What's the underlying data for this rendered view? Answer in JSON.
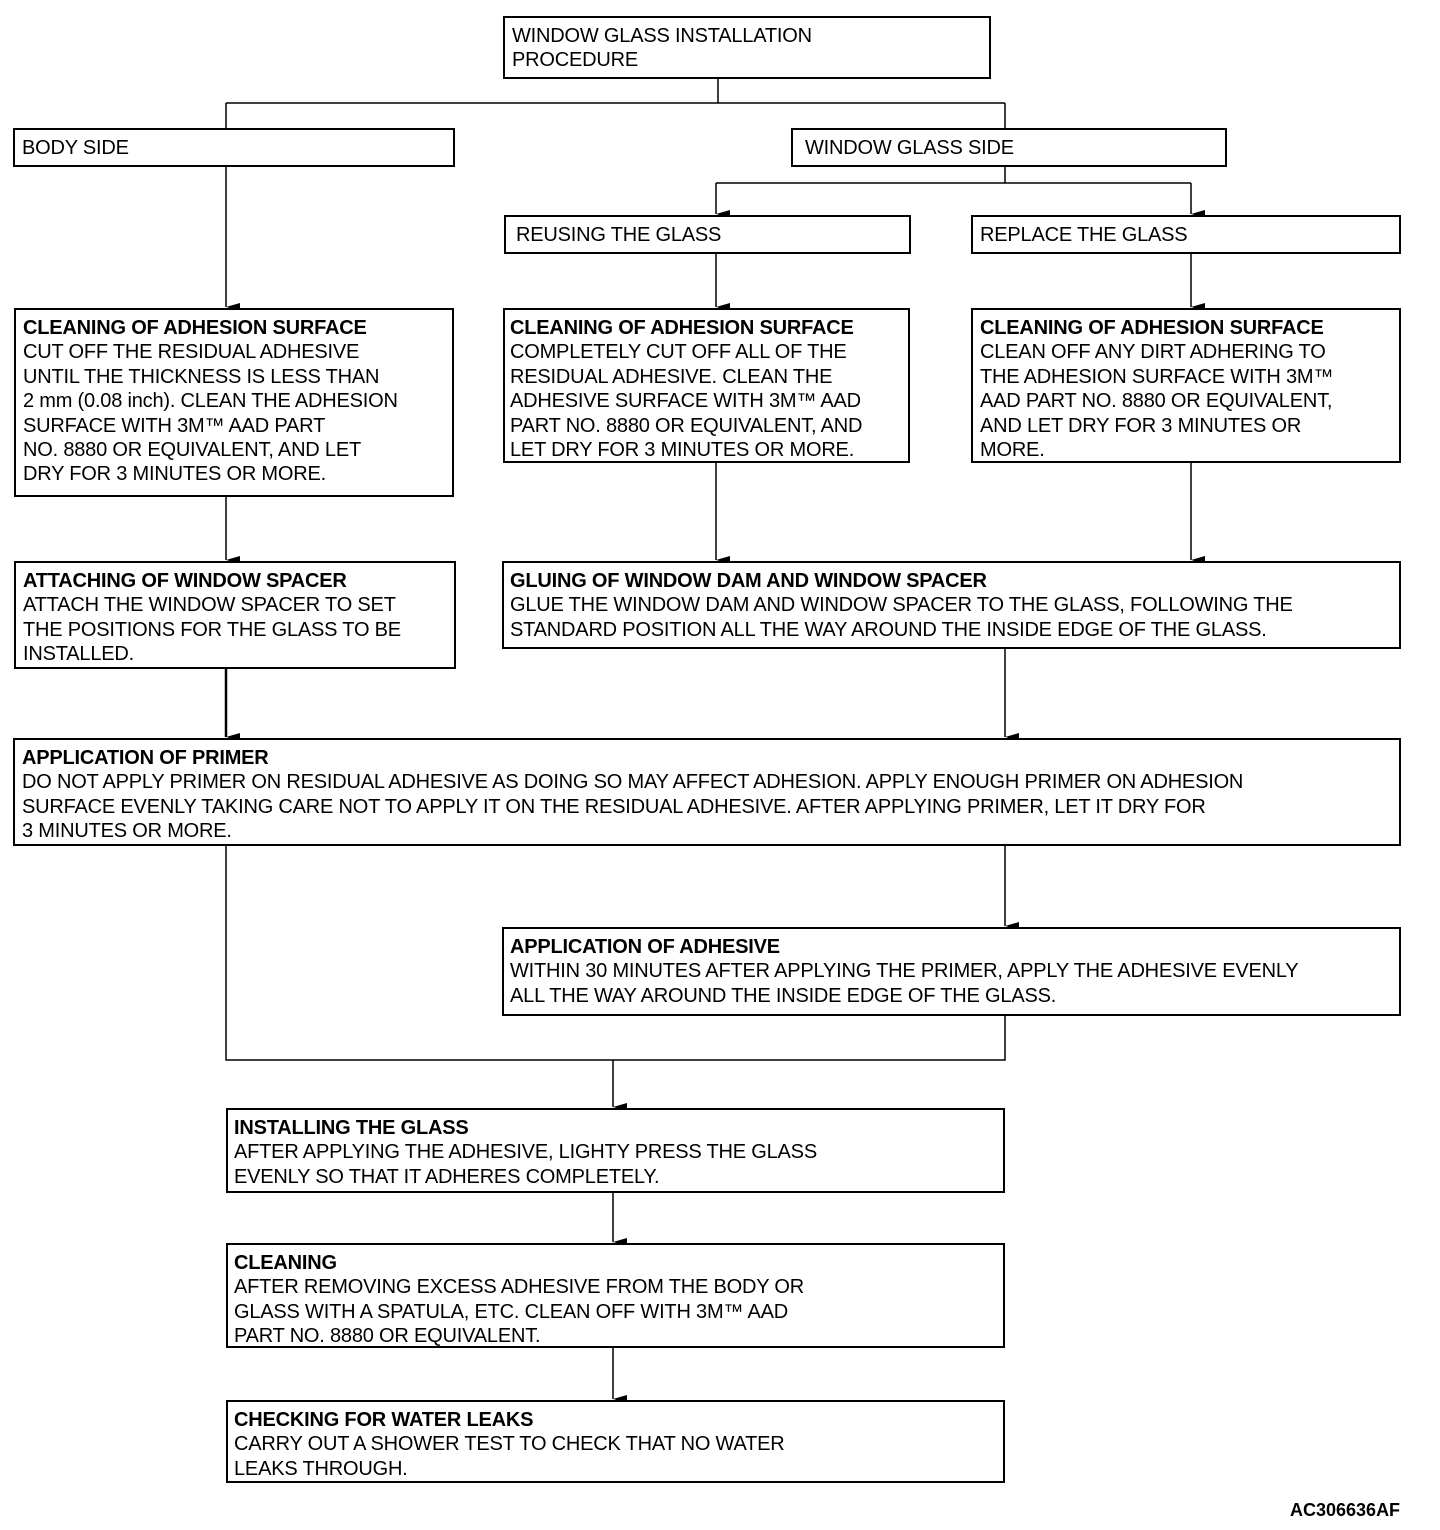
{
  "title": "WINDOW GLASS INSTALLATION\nPROCEDURE",
  "body_side": "BODY SIDE",
  "window_glass_side": "WINDOW GLASS SIDE",
  "reusing": "REUSING THE GLASS",
  "replace": "REPLACE  THE GLASS",
  "clean_body": {
    "heading": "CLEANING OF ADHESION SURFACE",
    "text": "CUT OFF THE RESIDUAL ADHESIVE\nUNTIL THE THICKNESS IS LESS THAN\n2 mm (0.08 inch). CLEAN THE ADHESION\nSURFACE WITH 3M™ AAD PART\nNO. 8880 OR EQUIVALENT, AND LET\nDRY FOR 3 MINUTES OR MORE."
  },
  "clean_reuse": {
    "heading": "CLEANING OF ADHESION SURFACE",
    "text": "COMPLETELY CUT OFF ALL OF THE\nRESIDUAL ADHESIVE. CLEAN THE\nADHESIVE SURFACE WITH 3M™ AAD\nPART NO. 8880 OR EQUIVALENT, AND\nLET DRY FOR 3 MINUTES OR MORE."
  },
  "clean_replace": {
    "heading": "CLEANING OF ADHESION SURFACE",
    "text": "CLEAN OFF ANY DIRT ADHERING TO\nTHE ADHESION SURFACE WITH 3M™\nAAD PART NO. 8880 OR EQUIVALENT,\nAND LET DRY FOR 3 MINUTES OR\nMORE."
  },
  "spacer": {
    "heading": "ATTACHING OF WINDOW SPACER",
    "text": "ATTACH THE WINDOW SPACER TO SET\nTHE POSITIONS FOR THE GLASS TO BE\nINSTALLED."
  },
  "gluing": {
    "heading": "GLUING OF WINDOW DAM AND WINDOW SPACER",
    "text": "GLUE THE WINDOW DAM AND WINDOW SPACER TO THE GLASS, FOLLOWING THE\nSTANDARD POSITION ALL THE WAY AROUND THE INSIDE EDGE OF THE GLASS."
  },
  "primer": {
    "heading": "APPLICATION OF PRIMER",
    "text": "DO NOT APPLY PRIMER ON RESIDUAL ADHESIVE AS DOING SO MAY AFFECT ADHESION. APPLY ENOUGH PRIMER ON ADHESION\nSURFACE EVENLY TAKING CARE NOT TO APPLY IT ON THE RESIDUAL ADHESIVE. AFTER APPLYING PRIMER, LET IT DRY FOR\n3 MINUTES OR MORE."
  },
  "adhesive": {
    "heading": "APPLICATION OF ADHESIVE",
    "text": "WITHIN 30 MINUTES AFTER APPLYING THE PRIMER, APPLY THE ADHESIVE EVENLY\nALL THE WAY AROUND THE INSIDE EDGE OF THE GLASS."
  },
  "install": {
    "heading": "INSTALLING THE GLASS",
    "text": "AFTER APPLYING THE ADHESIVE, LIGHTY  PRESS THE GLASS\nEVENLY SO THAT IT ADHERES COMPLETELY."
  },
  "cleaning": {
    "heading": "CLEANING",
    "text": "AFTER REMOVING EXCESS ADHESIVE FROM THE BODY OR\nGLASS WITH A SPATULA, ETC. CLEAN OFF  WITH 3M™ AAD\nPART NO. 8880 OR EQUIVALENT."
  },
  "leaks": {
    "heading": "CHECKING FOR WATER  LEAKS",
    "text": "CARRY OUT A SHOWER TEST TO CHECK THAT NO WATER\nLEAKS THROUGH."
  },
  "figure_code": "AC306636AF"
}
